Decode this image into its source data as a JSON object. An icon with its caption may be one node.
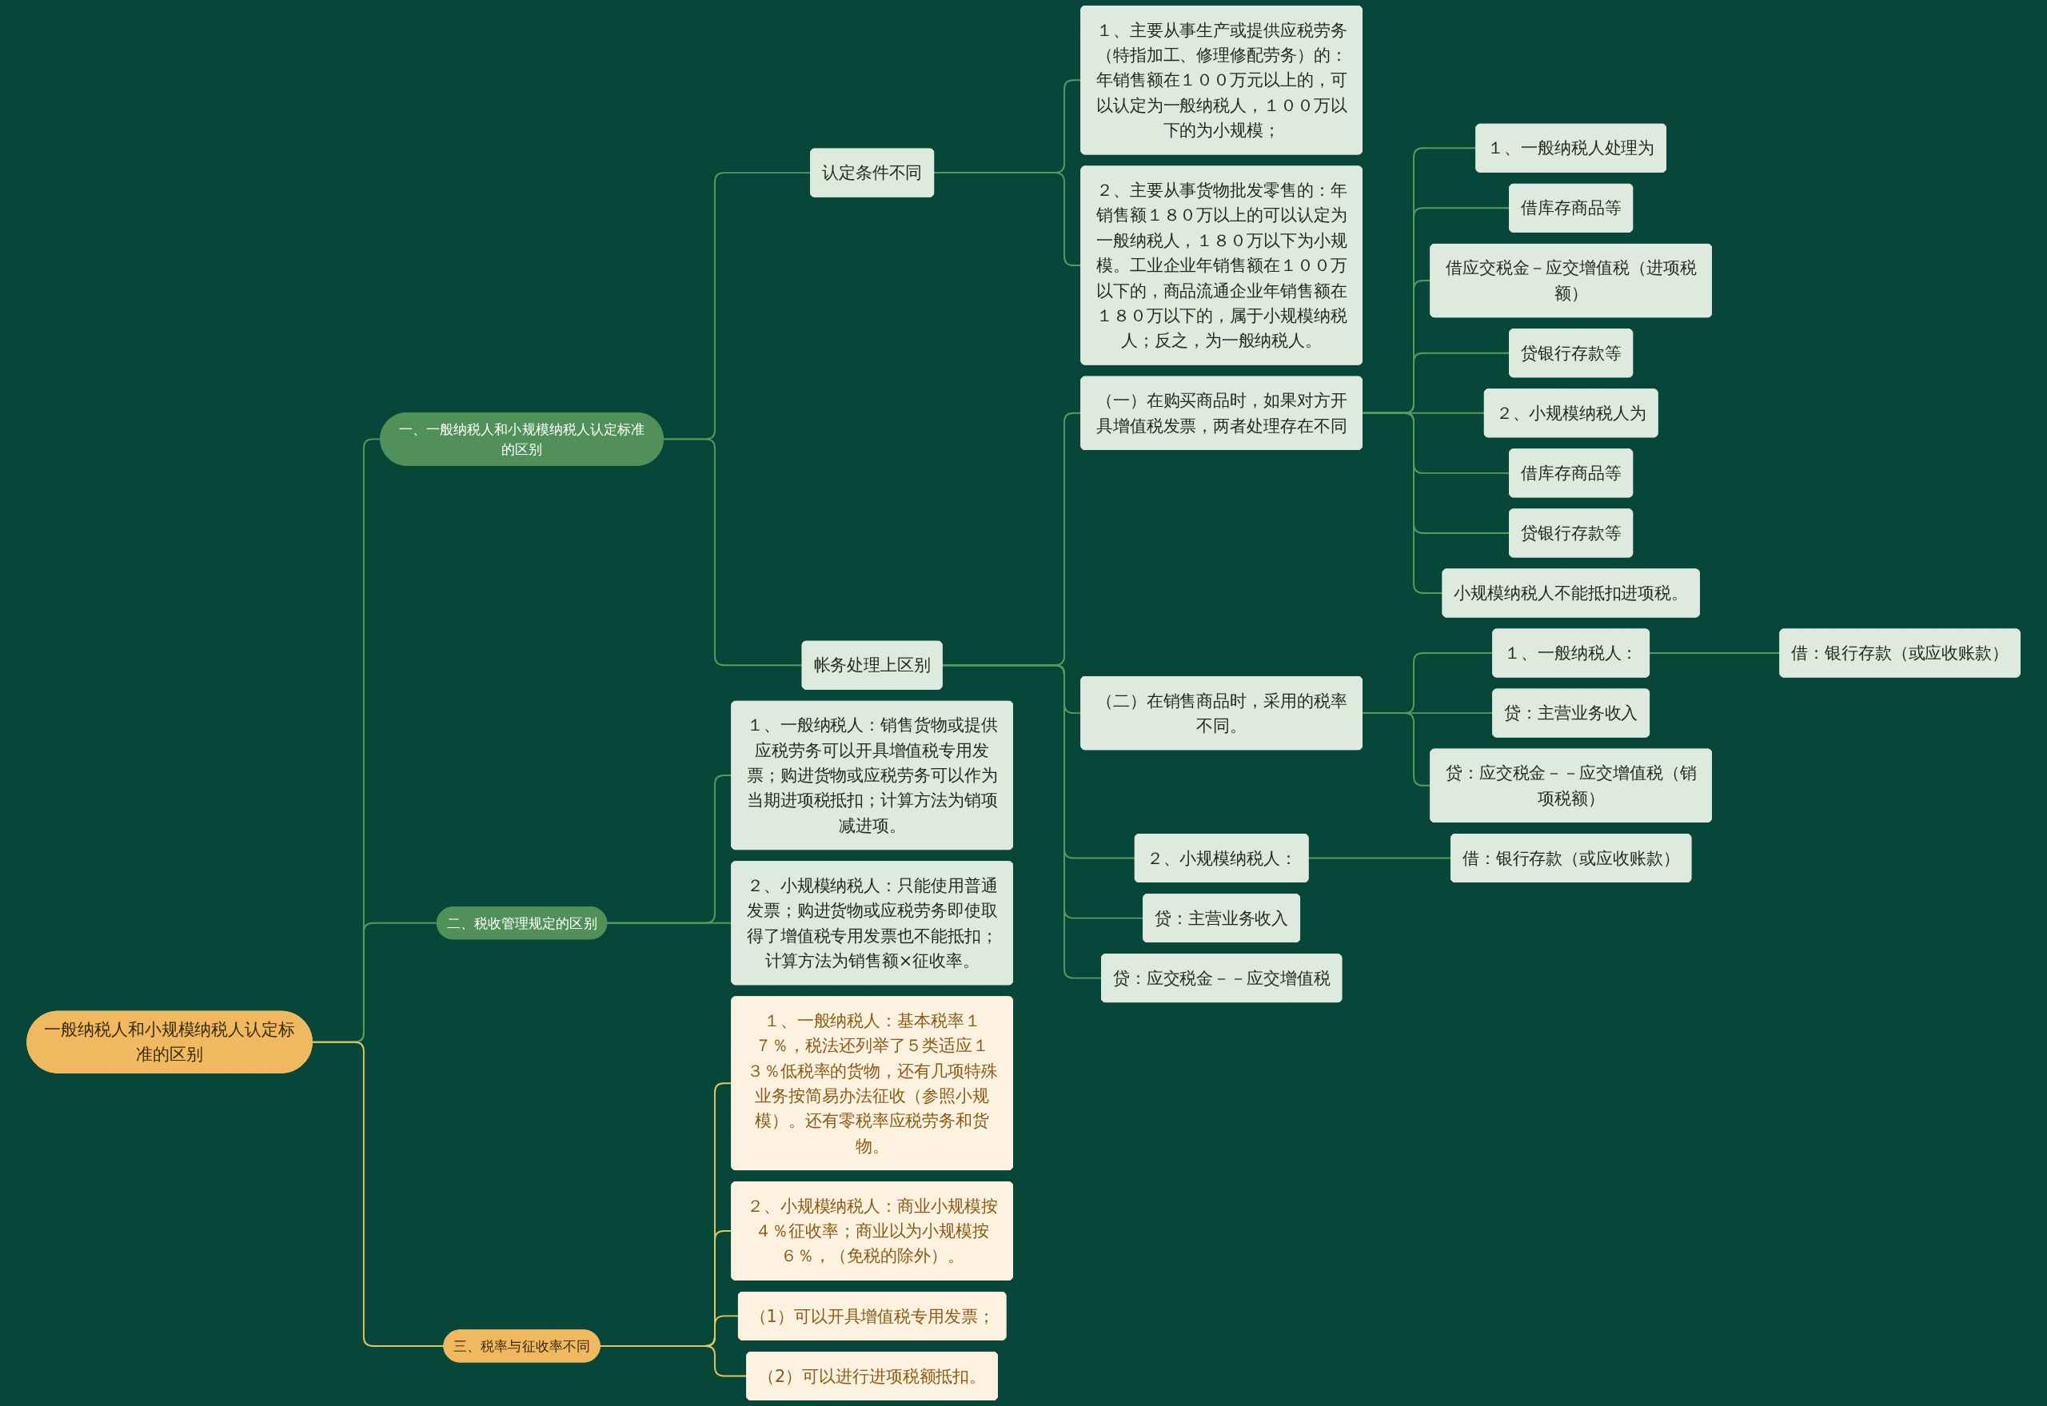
{
  "diagram": {
    "nodes": [
      {
        "text": [
          "一般纳税人和小规模纳税人认定标准的区别"
        ]
      },
      {
        "text": [
          "一、一般纳税人和小规模纳税人认定标准的区别"
        ]
      },
      {
        "text": [
          "认定条件不同"
        ]
      },
      {
        "text": [
          "１、主要从事生产或提供应税劳务（特指加工、修理修配劳务）的：年销售额在１００万元以上的，可以认定为一般纳税人，１００万以下的为小规模；"
        ]
      },
      {
        "text": [
          "２、主要从事货物批发零售的：年销售额１８０万以上的可以认定为一般纳税人，１８０万以下为小规模。工业企业年销售额在１００万以下的，商品流通企业年销售额在１８０万以下的，属于小规模纳税人；反之，为一般纳税人。"
        ]
      },
      {
        "text": [
          "帐务处理上区别"
        ]
      },
      {
        "text": [
          "（一）在购买商品时，如果对方开具增值税发票，两者处理存在不同"
        ]
      },
      {
        "text": [
          "１、一般纳税人处理为"
        ]
      },
      {
        "text": [
          "借库存商品等"
        ]
      },
      {
        "text": [
          "借应交税金－应交增值税（进项税额）"
        ]
      },
      {
        "text": [
          "贷银行存款等"
        ]
      },
      {
        "text": [
          "２、小规模纳税人为"
        ]
      },
      {
        "text": [
          "借库存商品等"
        ]
      },
      {
        "text": [
          "贷银行存款等"
        ]
      },
      {
        "text": [
          "小规模纳税人不能抵扣进项税。"
        ]
      },
      {
        "text": [
          "（二）在销售商品时，采用的税率不同。"
        ]
      },
      {
        "text": [
          "１、一般纳税人："
        ]
      },
      {
        "text": [
          "借：银行存款（或应收账款）"
        ]
      },
      {
        "text": [
          "贷：主营业务收入"
        ]
      },
      {
        "text": [
          "贷：应交税金－－应交增值税（销项税额）"
        ]
      },
      {
        "text": [
          "２、小规模纳税人："
        ]
      },
      {
        "text": [
          "借：银行存款（或应收账款）"
        ]
      },
      {
        "text": [
          "贷：主营业务收入"
        ]
      },
      {
        "text": [
          "贷：应交税金－－应交增值税"
        ]
      },
      {
        "text": [
          "二、税收管理规定的区别"
        ]
      },
      {
        "text": [
          "１、一般纳税人：销售货物或提供应税劳务可以开具增值税专用发票；购进货物或应税劳务可以作为当期进项税抵扣；计算方法为销项减进项。"
        ]
      },
      {
        "text": [
          "２、小规模纳税人：只能使用普通发票；购进货物或应税劳务即使取得了增值税专用发票也不能抵扣；计算方法为销售额×征收率。"
        ]
      },
      {
        "text": [
          "三、税率与征收率不同"
        ]
      },
      {
        "text": [
          "１、一般纳税人：基本税率１７％，税法还列举了５类适应１３％低税率的货物，还有几项特殊业务按简易办法征收（参照小规模）。还有零税率应税劳务和货物。"
        ]
      },
      {
        "text": [
          "２、小规模纳税人：商业小规模按４％征收率；商业以为小规模按６％，（免税的除外）。"
        ]
      },
      {
        "text": [
          "（1）可以开具增值税专用发票；"
        ]
      },
      {
        "text": [
          "（2）可以进行进项税额抵扣。"
        ]
      }
    ],
    "edges": [
      {
        "from": 0,
        "to": 1,
        "arrow": "none"
      },
      {
        "from": 1,
        "to": 2,
        "arrow": "none"
      },
      {
        "from": 2,
        "to": 3,
        "arrow": "none"
      },
      {
        "from": 2,
        "to": 4,
        "arrow": "none"
      },
      {
        "from": 1,
        "to": 5,
        "arrow": "none"
      },
      {
        "from": 5,
        "to": 6,
        "arrow": "none"
      },
      {
        "from": 6,
        "to": 7,
        "arrow": "none"
      },
      {
        "from": 6,
        "to": 8,
        "arrow": "none"
      },
      {
        "from": 6,
        "to": 9,
        "arrow": "none"
      },
      {
        "from": 6,
        "to": 10,
        "arrow": "none"
      },
      {
        "from": 6,
        "to": 11,
        "arrow": "none"
      },
      {
        "from": 6,
        "to": 12,
        "arrow": "none"
      },
      {
        "from": 6,
        "to": 13,
        "arrow": "none"
      },
      {
        "from": 6,
        "to": 14,
        "arrow": "none"
      },
      {
        "from": 5,
        "to": 15,
        "arrow": "none"
      },
      {
        "from": 15,
        "to": 16,
        "arrow": "none"
      },
      {
        "from": 16,
        "to": 17,
        "arrow": "none"
      },
      {
        "from": 15,
        "to": 18,
        "arrow": "none"
      },
      {
        "from": 15,
        "to": 19,
        "arrow": "none"
      },
      {
        "from": 5,
        "to": 20,
        "arrow": "none"
      },
      {
        "from": 20,
        "to": 21,
        "arrow": "none"
      },
      {
        "from": 5,
        "to": 22,
        "arrow": "none"
      },
      {
        "from": 5,
        "to": 23,
        "arrow": "none"
      },
      {
        "from": 0,
        "to": 24,
        "arrow": "none"
      },
      {
        "from": 24,
        "to": 25,
        "arrow": "none"
      },
      {
        "from": 24,
        "to": 26,
        "arrow": "none"
      },
      {
        "from": 0,
        "to": 27,
        "arrow": "none",
        "color": "#e8c35f"
      },
      {
        "from": 27,
        "to": 28,
        "arrow": "none",
        "color": "#e8c35f"
      },
      {
        "from": 27,
        "to": 29,
        "arrow": "none",
        "color": "#e8c35f"
      },
      {
        "from": 27,
        "to": 30,
        "arrow": "none",
        "color": "#e8c35f"
      },
      {
        "from": 27,
        "to": 31,
        "arrow": "none",
        "color": "#e8c35f"
      }
    ]
  }
}
